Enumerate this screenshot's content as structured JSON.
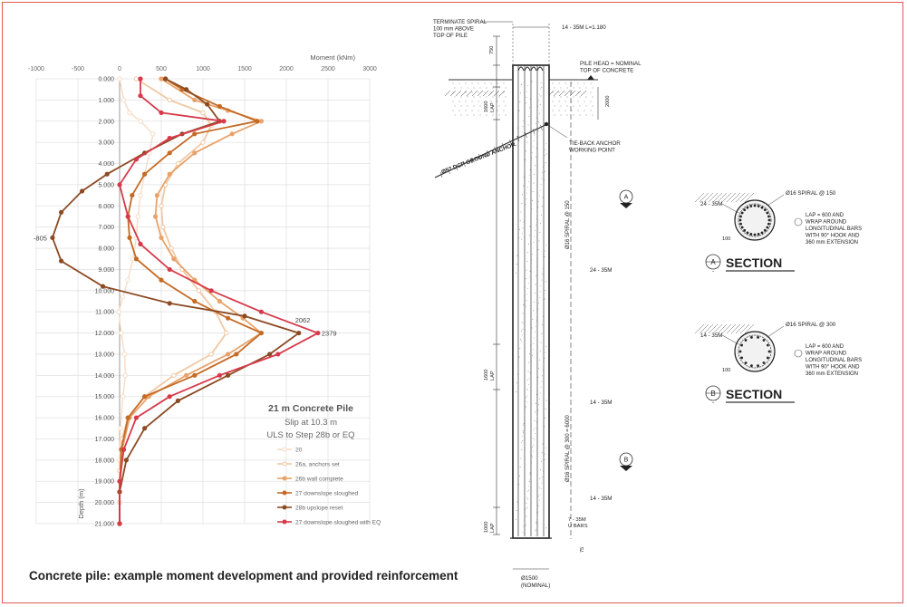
{
  "caption": "Concrete pile: example moment development and provided reinforcement",
  "chart_data": {
    "type": "line",
    "xlabel": "Moment (kNm)",
    "ylabel": "Depth (m)",
    "xlim": [
      -1000,
      3000
    ],
    "ylim": [
      0,
      21
    ],
    "x_ticks": [
      "-1000",
      "-500",
      "0",
      "500",
      "1000",
      "1500",
      "2000",
      "2500",
      "3000"
    ],
    "y_ticks": [
      "0.000",
      "1.000",
      "2.000",
      "3.000",
      "4.000",
      "5.000",
      "6.000",
      "7.000",
      "8.000",
      "9.000",
      "10.000",
      "11.000",
      "12.000",
      "13.000",
      "14.000",
      "15.000",
      "16.000",
      "17.000",
      "18.000",
      "19.000",
      "20.000",
      "21.000"
    ],
    "grid": true,
    "legend_position": "bottom-right",
    "legend_title": "21 m Concrete Pile",
    "legend_subtitle_1": "Slip at 10.3 m",
    "legend_subtitle_2": "ULS to Step 28b or EQ",
    "annotations": [
      {
        "text": "-805",
        "x": -805,
        "y": 7.5
      },
      {
        "text": "2062",
        "x": 2062,
        "y": 11.6
      },
      {
        "text": "2379",
        "x": 2379,
        "y": 12.0
      }
    ],
    "series": [
      {
        "name": "20",
        "color": "#f6dcc6",
        "x": [
          0,
          50,
          120,
          250,
          400,
          360,
          300,
          250,
          220,
          200,
          160,
          100,
          40,
          -10,
          20,
          60,
          70,
          40,
          10,
          0,
          0,
          0
        ],
        "y": [
          0,
          1,
          1.6,
          2,
          2.6,
          3.5,
          4.5,
          5.5,
          6.5,
          7.5,
          8.5,
          9.5,
          10.3,
          11,
          12,
          13,
          14,
          15,
          16.5,
          18,
          19.5,
          21
        ]
      },
      {
        "name": "26a, anchors set",
        "color": "#f0c8a4",
        "x": [
          200,
          600,
          1000,
          1100,
          1000,
          700,
          550,
          500,
          520,
          620,
          750,
          950,
          1150,
          1280,
          1100,
          650,
          300,
          100,
          30,
          0,
          0,
          0
        ],
        "y": [
          0,
          1,
          1.6,
          2.2,
          3,
          4,
          5,
          6,
          7,
          8,
          9,
          10,
          11,
          12,
          13,
          14,
          15,
          16,
          17,
          18.5,
          20,
          21
        ]
      },
      {
        "name": "26b wall complete",
        "color": "#e8a26a",
        "x": [
          500,
          900,
          1300,
          1700,
          1350,
          900,
          600,
          450,
          430,
          500,
          650,
          900,
          1200,
          1480,
          1700,
          1300,
          800,
          350,
          120,
          30,
          0,
          0
        ],
        "y": [
          0,
          1,
          1.5,
          2,
          2.6,
          3.5,
          4.5,
          5.5,
          6.5,
          7.5,
          8.5,
          9.5,
          10.5,
          11.3,
          12,
          13,
          14,
          15,
          16,
          17.5,
          19.5,
          21
        ]
      },
      {
        "name": "27 downslope sloughed",
        "color": "#c46a24",
        "x": [
          550,
          750,
          1200,
          1650,
          900,
          600,
          300,
          150,
          100,
          120,
          200,
          500,
          900,
          1300,
          1700,
          1400,
          900,
          300,
          100,
          20,
          0,
          0
        ],
        "y": [
          0,
          0.5,
          1.3,
          2,
          2.6,
          3.5,
          4.5,
          5.5,
          6.5,
          7.5,
          8.5,
          9.5,
          10.5,
          11.3,
          12,
          13,
          14,
          15,
          16,
          17.5,
          19.5,
          21
        ]
      },
      {
        "name": "28b upslope reset",
        "color": "#8b4a22",
        "x": [
          550,
          800,
          1050,
          1200,
          750,
          300,
          -150,
          -450,
          -700,
          -805,
          -700,
          -200,
          600,
          1500,
          2150,
          1800,
          1300,
          700,
          300,
          80,
          0,
          0
        ],
        "y": [
          0,
          0.5,
          1.2,
          2,
          2.6,
          3.5,
          4.5,
          5.3,
          6.3,
          7.5,
          8.6,
          9.8,
          10.6,
          11.2,
          12,
          13,
          14,
          15.2,
          16.5,
          18,
          19.5,
          21
        ]
      },
      {
        "name": "27 downslope sloughed with EQ",
        "color": "#d63a4a",
        "x": [
          250,
          250,
          500,
          1250,
          600,
          200,
          0,
          100,
          250,
          600,
          1100,
          1700,
          2379,
          1900,
          1200,
          600,
          200,
          50,
          0,
          0
        ],
        "y": [
          0,
          0.8,
          1.6,
          2,
          2.8,
          3.8,
          5,
          6.5,
          7.8,
          9,
          10,
          11,
          12,
          13,
          14,
          15,
          16,
          17.5,
          19,
          21
        ]
      }
    ]
  },
  "drawing": {
    "notes": {
      "terminate_spiral": [
        "TERMINATE SPIRAL",
        "100 mm ABOVE",
        "TOP OF PILE"
      ],
      "top_bars": "14 - 35M L=1.180",
      "pile_head": [
        "PILE HEAD = NOMINAL",
        "TOP OF CONCRETE"
      ],
      "dim_750": "750",
      "dim_2000": "2000",
      "lap_1600_top": [
        "1600",
        "LAP"
      ],
      "ground_anchor": "Ø57 DCP GROUND ANCHOR",
      "tieback": [
        "TIE-BACK ANCHOR",
        "WORKING POINT"
      ],
      "spiral_150": "Ø16 SPIRAL @ 150",
      "bars_24": "24 - 35M",
      "lap_1600_mid": [
        "1600",
        "LAP"
      ],
      "bars_14_a": "14 - 35M",
      "spiral_300": "Ø16 SPIRAL @ 300 = 6000",
      "bars_14_b": "14 - 35M",
      "lap_1000": [
        "1000",
        "LAP"
      ],
      "u_bars": [
        "7 - 35M",
        "U BARS"
      ],
      "dim_75": "75",
      "diameter": [
        "Ø1500",
        "(NOMINAL)"
      ],
      "marker_a": "A",
      "marker_b": "B"
    },
    "section_a": {
      "bars": "24 - 35M",
      "spiral": "Ø16 SPIRAL @ 150",
      "lap": [
        "LAP = 600 AND",
        "WRAP AROUND",
        "LONGITUDINAL BARS",
        "WITH 90° HOOK AND",
        "360 mm EXTENSION"
      ],
      "cover": "100",
      "letter": "A",
      "label": "SECTION",
      "dash": "-"
    },
    "section_b": {
      "bars": "14 - 35M",
      "spiral": "Ø16 SPIRAL @ 300",
      "lap": [
        "LAP = 600 AND",
        "WRAP AROUND",
        "LONGITUDINAL BARS",
        "WITH 90° HOOK AND",
        "360 mm EXTENSION"
      ],
      "cover": "100",
      "letter": "B",
      "label": "SECTION",
      "dash": "-"
    }
  }
}
